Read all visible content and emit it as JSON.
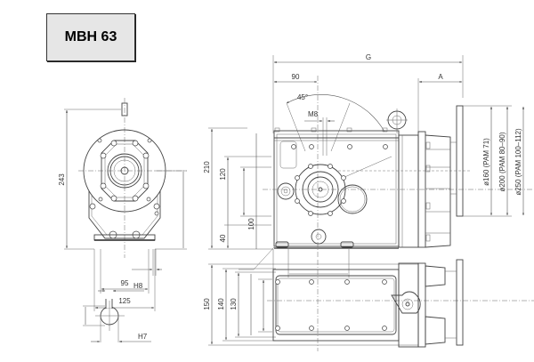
{
  "title": "MBH 63",
  "views": {
    "front": {
      "dimensions": {
        "height": "243",
        "foot_inner": "95",
        "foot_outer": "125"
      }
    },
    "side": {
      "dimensions": {
        "overall_length": "G",
        "adapter_length": "A",
        "to_axis": "90",
        "angle": "45°",
        "thread": "M8",
        "height_total": "210",
        "height_mid": "120",
        "height_low": "100",
        "base": "40"
      },
      "flange_options": [
        {
          "diameter": "ø160",
          "pam": "(PAM  71)"
        },
        {
          "diameter": "ø200",
          "pam": "(PAM  80–90)"
        },
        {
          "diameter": "ø250",
          "pam": "(PAM  100–112)"
        }
      ]
    },
    "top": {
      "dimensions": {
        "outer": "150",
        "middle": "140",
        "inner": "130"
      }
    },
    "shaft_detail": {
      "key_tolerance": "H8",
      "bore_tolerance": "H7"
    }
  }
}
